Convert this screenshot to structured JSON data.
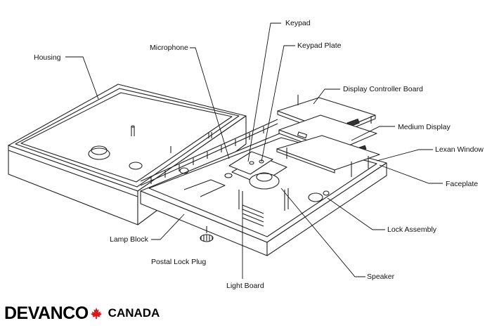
{
  "labels": {
    "keypad": "Keypad",
    "microphone": "Microphone",
    "keypad_plate": "Keypad Plate",
    "housing": "Housing",
    "display_controller_board": "Display Controller Board",
    "medium_display": "Medium Display",
    "lexan_window": "Lexan Window",
    "faceplate": "Faceplate",
    "lock_assembly": "Lock Assembly",
    "lamp_block": "Lamp Block",
    "postal_lock_plug": "Postal Lock Plug",
    "speaker": "Speaker",
    "light_board": "Light Board"
  },
  "logo": {
    "brand": "DEVANCO",
    "region": "CANADA",
    "leaf_color": "#d71920"
  }
}
